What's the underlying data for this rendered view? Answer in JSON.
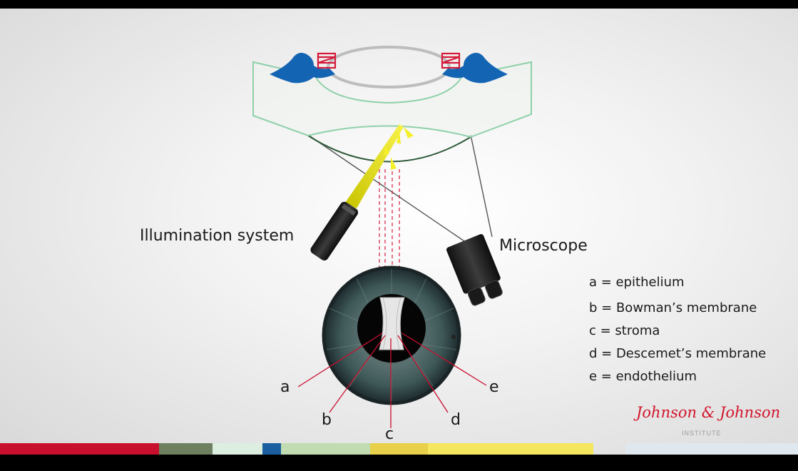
{
  "labels": {
    "illumination": "Illumination system",
    "microscope": "Microscope"
  },
  "letters": [
    "a",
    "b",
    "c",
    "d",
    "e"
  ],
  "legend": [
    "a = epithelium",
    "b = Bowman’s membrane",
    "c = stroma",
    "d = Descemet’s membrane",
    "e = endothelium"
  ],
  "logo": {
    "brand": "Johnson & Johnson",
    "sub": "INSTITUTE"
  },
  "colors": {
    "pointer_lines": "#c8102e",
    "brand_red": "#d2142a",
    "blue_gasket": "#1464b4",
    "beam_yellow": "#f5ef2a",
    "colorbar": [
      "#c8102e",
      "#6e8060",
      "#dceee0",
      "#1a5ea0",
      "#c0dcb0",
      "#e8d04a",
      "#f5e660",
      "#dfe8ef"
    ]
  }
}
